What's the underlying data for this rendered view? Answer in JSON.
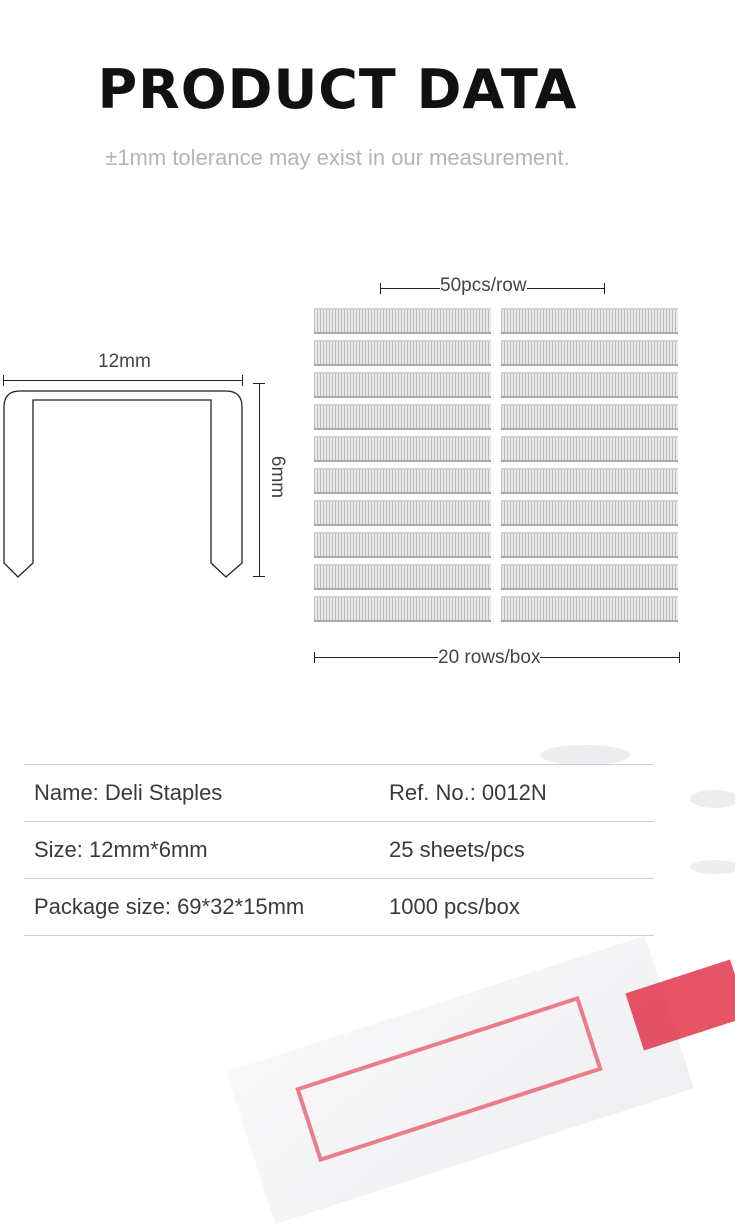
{
  "header": {
    "title": "PRODUCT DATA",
    "subtitle": "±1mm tolerance may exist in our measurement."
  },
  "staple_diagram": {
    "width_label": "12mm",
    "height_label": "6mm"
  },
  "rows_diagram": {
    "per_row_label": "50pcs/row",
    "rows_label": "20 rows/box",
    "strip_count": 20
  },
  "specs": {
    "rows": [
      {
        "left": "Name: Deli Staples",
        "right": "Ref. No.: 0012N"
      },
      {
        "left": "Size: 12mm*6mm",
        "right": "25 sheets/pcs"
      },
      {
        "left": "Package size: 69*32*15mm",
        "right": "1000 pcs/box"
      }
    ]
  },
  "colors": {
    "accent_red": "#e0364a",
    "line": "#222222",
    "subtitle": "#b4b4b4"
  }
}
